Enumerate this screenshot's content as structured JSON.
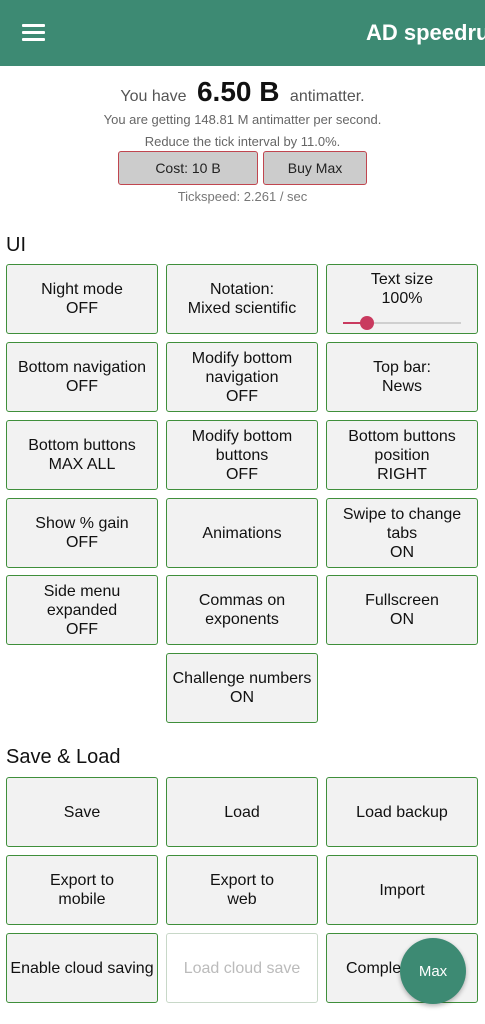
{
  "app": {
    "title": "AD speedru"
  },
  "header": {
    "you_have": "You have",
    "antimatter_amount": "6.50 B",
    "antimatter_label": "antimatter.",
    "rate_text": "You are getting 148.81 M antimatter per second.",
    "reduce_text": "Reduce the tick interval by 11.0%.",
    "cost_button": "Cost: 10 B",
    "buy_max_button": "Buy Max",
    "tickspeed_text": "Tickspeed: 2.261 / sec"
  },
  "ui_section": {
    "title": "UI",
    "night_mode": "Night mode\nOFF",
    "notation": "Notation:\nMixed scientific",
    "text_size": "Text size\n100%",
    "text_size_level": 0.2,
    "bottom_navigation": "Bottom navigation\nOFF",
    "modify_bottom_navigation": "Modify bottom\nnavigation\nOFF",
    "top_bar": "Top bar:\nNews",
    "bottom_buttons": "Bottom buttons\nMAX ALL",
    "modify_bottom_buttons": "Modify bottom\nbuttons\nOFF",
    "bottom_buttons_position": "Bottom buttons\nposition\nRIGHT",
    "show_gain": "Show % gain\nOFF",
    "animations": "Animations",
    "swipe_tabs": "Swipe to change\ntabs\nON",
    "side_menu": "Side menu\nexpanded\nOFF",
    "commas": "Commas on\nexponents",
    "fullscreen": "Fullscreen\nON",
    "challenge_numbers": "Challenge numbers\nON"
  },
  "save_section": {
    "title": "Save & Load",
    "save": "Save",
    "load": "Load",
    "load_backup": "Load backup",
    "export_mobile": "Export to\nmobile",
    "export_web": "Export to\nweb",
    "import": "Import",
    "enable_cloud": "Enable cloud saving",
    "load_cloud": "Load cloud save",
    "complete": "Comple"
  },
  "fab": {
    "label": "Max"
  },
  "colors": {
    "accent": "#3d8a73",
    "button_border": "#3f8f3b",
    "slider": "#c93a5f"
  }
}
